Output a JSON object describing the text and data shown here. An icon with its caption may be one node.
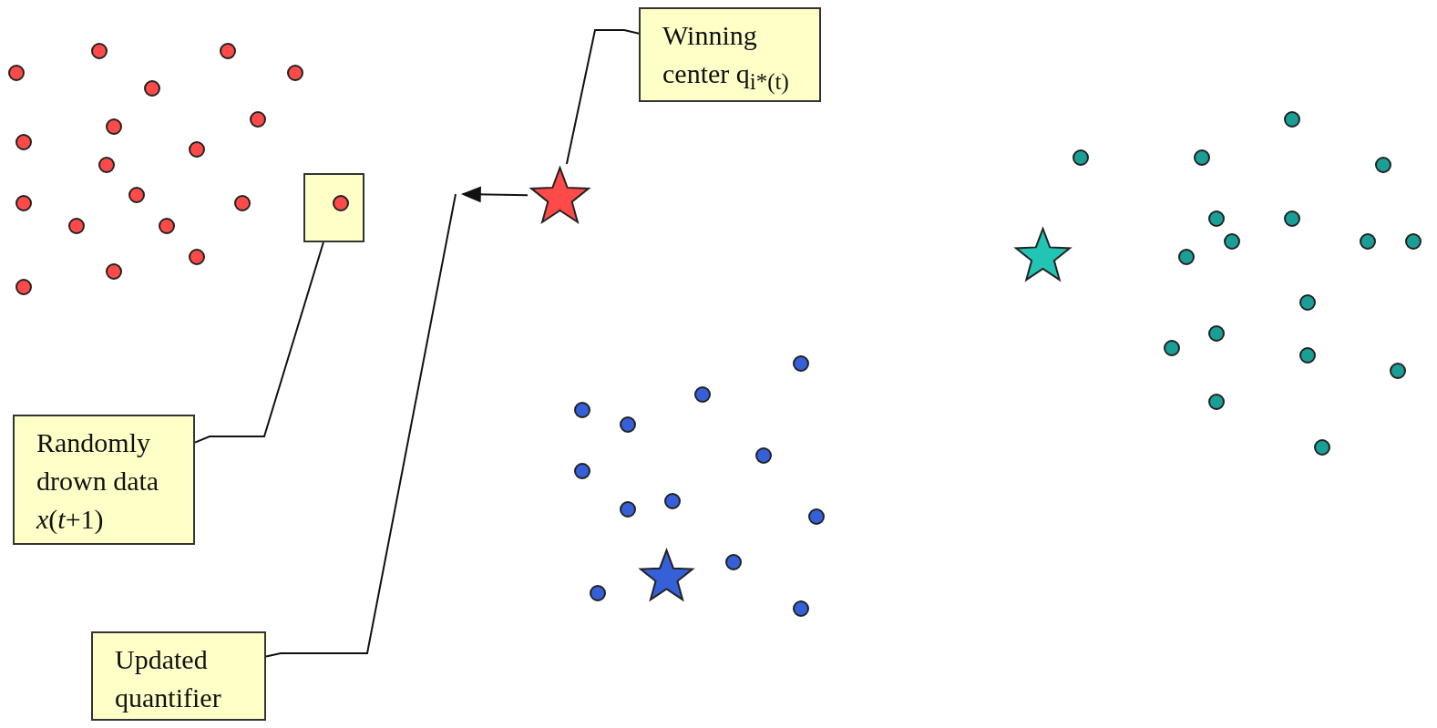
{
  "diagram": {
    "nodes": [
      {
        "text": [
          "Winning center q$_{i*(t)}$"
        ]
      },
      {
        "text": [],
        "shape": "star"
      },
      {
        "text": [
          "Randomly drown data *x*(*t*+1)"
        ]
      },
      {
        "text": [],
        "shape": "box"
      },
      {
        "text": [
          "Updated quantifier"
        ]
      },
      {
        "text": [],
        "shape": "star"
      },
      {
        "text": [],
        "shape": "star"
      }
    ],
    "edges": [
      {
        "from": 0,
        "to": 1,
        "arrow": "none"
      },
      {
        "from": 2,
        "to": 3,
        "arrow": "none"
      },
      {
        "from": 1,
        "to": null,
        "arrow": "to"
      },
      {
        "from": 4,
        "to": null,
        "arrow": "none"
      }
    ]
  }
}
